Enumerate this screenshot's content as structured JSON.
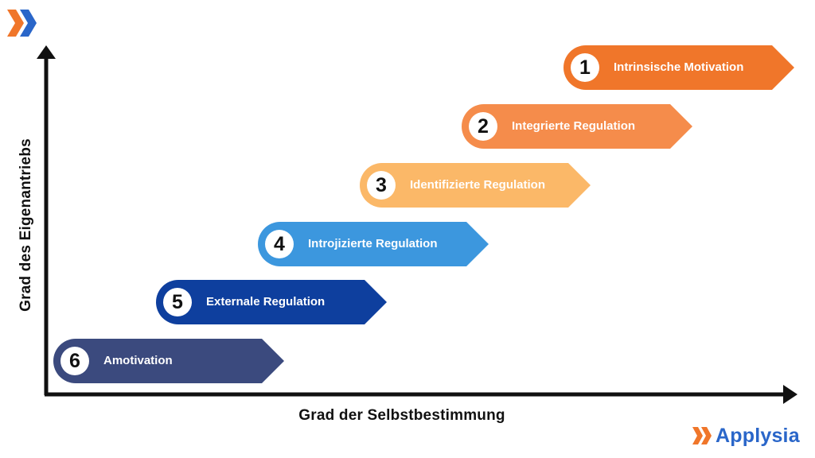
{
  "diagram": {
    "y_axis_label": "Grad des Eigenantriebs",
    "x_axis_label": "Grad der Selbstbestimmung",
    "steps": [
      {
        "number": "1",
        "label": "Intrinsische Motivation",
        "color": "#f0762a"
      },
      {
        "number": "2",
        "label": "Integrierte Regulation",
        "color": "#f58c4b"
      },
      {
        "number": "3",
        "label": "Identifizierte Regulation",
        "color": "#fbb868"
      },
      {
        "number": "4",
        "label": "Introjizierte Regulation",
        "color": "#3c97de"
      },
      {
        "number": "5",
        "label": "Externale Regulation",
        "color": "#0e3f9e"
      },
      {
        "number": "6",
        "label": "Amotivation",
        "color": "#3b4a7e"
      }
    ]
  },
  "brand": {
    "name": "Applysia",
    "chevron_color": "#f0762a",
    "text_color": "#2a66c9",
    "top_logo_icon": "double-chevron-icon"
  }
}
